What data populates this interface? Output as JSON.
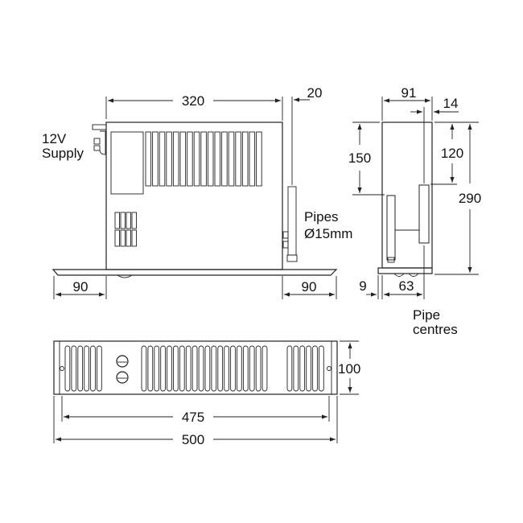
{
  "labels": {
    "supply_line1": "12V",
    "supply_line2": "Supply",
    "pipes_line1": "Pipes",
    "pipes_line2": "Ø15mm",
    "pipe_centres_line1": "Pipe",
    "pipe_centres_line2": "centres"
  },
  "dimensions": {
    "body_width": "320",
    "pipe_offset": "20",
    "plinth_left": "90",
    "plinth_right": "90",
    "depth": "91",
    "pipe_front_offset": "14",
    "upper_pipe_height": "150",
    "lower_pipe_height": "120",
    "total_height": "290",
    "base_offset": "9",
    "pipe_centres": "63",
    "grille_height": "100",
    "fixing_centres": "475",
    "overall_width": "500"
  },
  "colors": {
    "line": "#222222",
    "background": "#ffffff"
  }
}
